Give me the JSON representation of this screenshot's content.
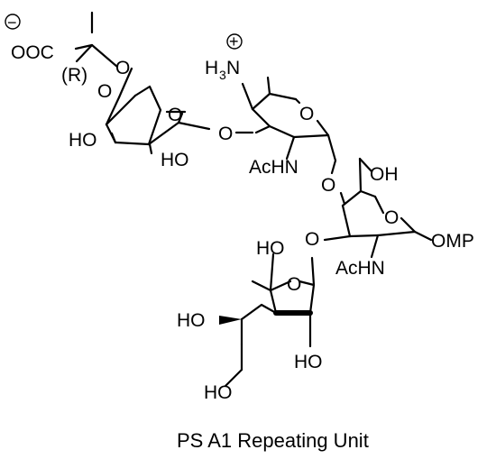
{
  "caption": "PS A1 Repeating Unit",
  "labels": {
    "carboxylate": "OOC",
    "stereo_descriptor": "(R)",
    "oxygen": "O",
    "hydroxyl": "HO",
    "hydroxyl_right": "OH",
    "acetamido": "AcHN",
    "amine_h": "H",
    "amine_sub": "3",
    "amine_n": "N",
    "anomeric_group": "OMP"
  },
  "charges": {
    "negative": "−",
    "positive": "+"
  }
}
